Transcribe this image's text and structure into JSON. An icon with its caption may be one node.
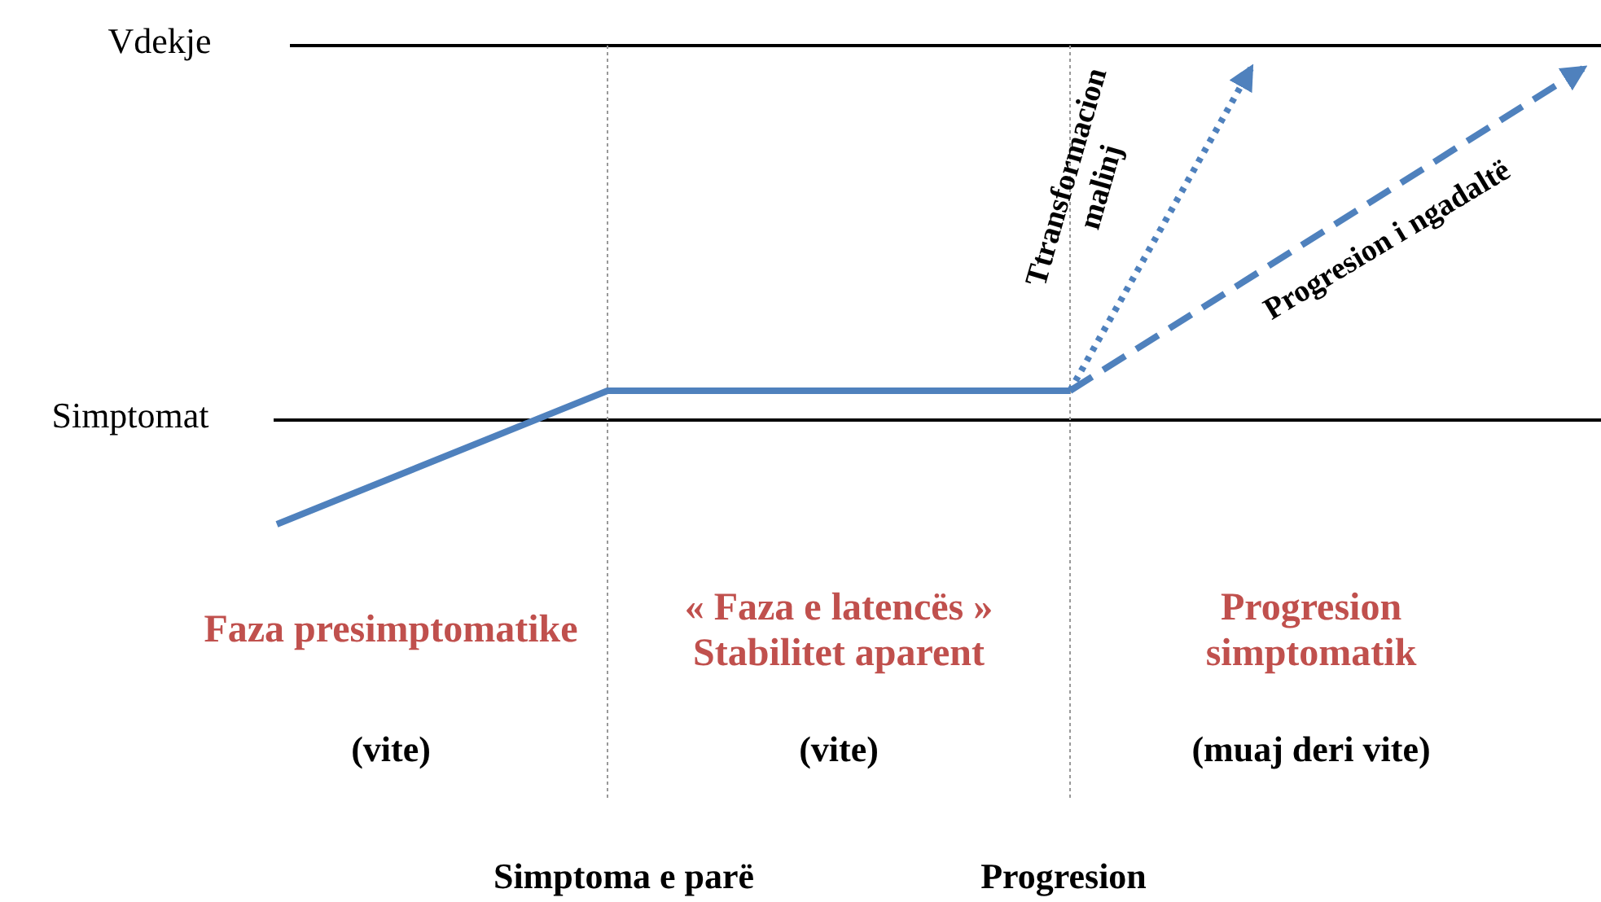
{
  "diagram": {
    "labels": [
      "Vdekje",
      "Ttransformacion malinj",
      "Progresion i ngadaltë",
      "Simptomat",
      "Faza presimptomatike",
      "« Faza e latencës » Stabilitet aparent",
      "Progresion simptomatik",
      "(vite)",
      "(vite)",
      "(muaj deri vite)",
      "Simptoma e parë",
      "Progresion"
    ]
  }
}
